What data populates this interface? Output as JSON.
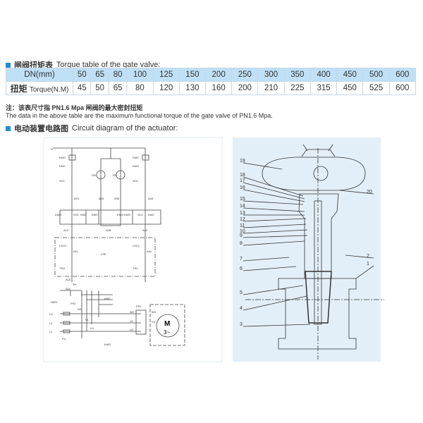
{
  "torque_section": {
    "title_cn": "闸阀扭矩表",
    "title_en": "Torque table of the gate valve:"
  },
  "table": {
    "dn_label": "DN(mm)",
    "torque_label_cn": "扭矩",
    "torque_label_en": "Torque(N.M)",
    "dn": [
      "50",
      "65",
      "80",
      "100",
      "125",
      "150",
      "200",
      "250",
      "300",
      "350",
      "400",
      "450",
      "500",
      "600"
    ],
    "torque": [
      "45",
      "50",
      "65",
      "80",
      "120",
      "130",
      "160",
      "200",
      "210",
      "225",
      "315",
      "450",
      "525",
      "600"
    ]
  },
  "note": {
    "cn": "注：该表尺寸指 PN1.6 Mpa 闸阀的最大密封扭矩",
    "en": "The data in the above table are the maximum functional torque of the gate valve of PN1.6 Mpa."
  },
  "circuit_section": {
    "title_cn": "电动装置电路图",
    "title_en": "Circuit diagram of the actuator:"
  },
  "circuit_labels": [
    "N",
    "KMO",
    "KMC",
    "SC1",
    "A13",
    "GN",
    "RD",
    "A15",
    "A45",
    "KMC",
    "KMO",
    "SO1",
    "A43",
    "KMO",
    "SO1",
    "KMC",
    "KMC",
    "KMO",
    "KMO",
    "SC1",
    "KMC",
    "A12",
    "A28",
    "A42",
    "LSO1",
    "A11",
    "LSP",
    "LSC1",
    "A41",
    "TSO",
    "TSC",
    "A16",
    "TH",
    "A1s",
    "~380V",
    "FR1",
    "L3",
    "L2",
    "L1",
    "FU",
    "W1",
    "V1",
    "U1",
    "KMC",
    "KMO",
    "FR1",
    "W2",
    "V2",
    "U2",
    "W3",
    "V3",
    "M",
    "3~"
  ],
  "valve_labels": [
    "19",
    "18",
    "17",
    "16",
    "15",
    "14",
    "13",
    "12",
    "11",
    "10",
    "9",
    "8",
    "7",
    "6",
    "5",
    "4",
    "3",
    "20",
    "2",
    "1"
  ],
  "colors": {
    "accent": "#1d8fd1",
    "header": "#bfe0f6",
    "panel": "#e3eff8"
  }
}
